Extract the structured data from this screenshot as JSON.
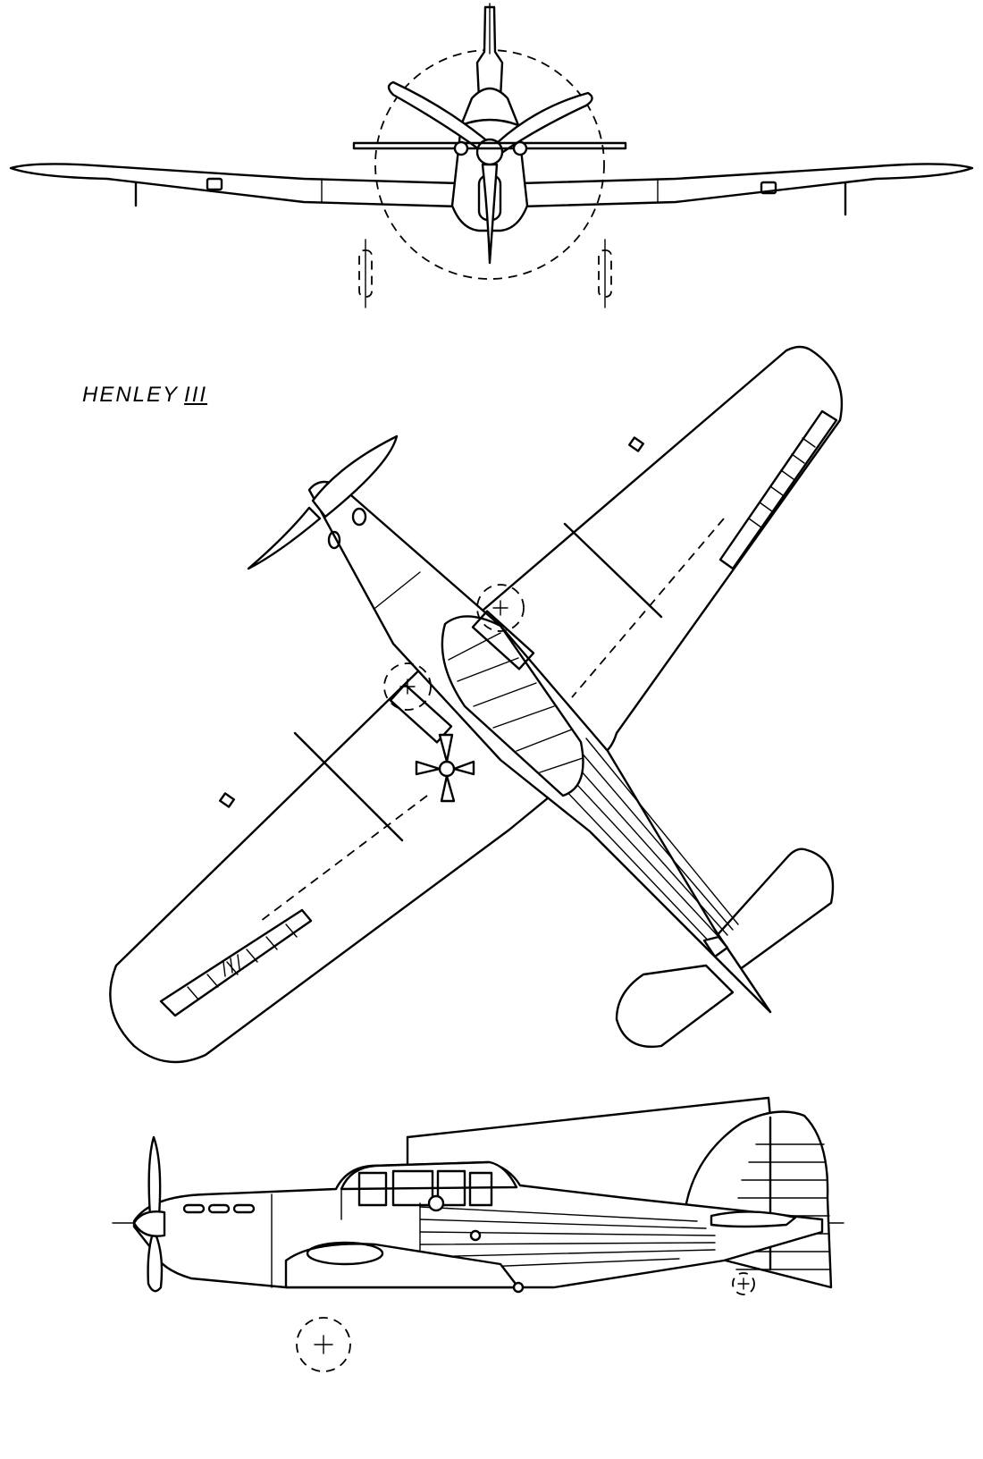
{
  "drawing": {
    "title_text": "HENLEY",
    "title_mark": "III",
    "views": [
      "front",
      "plan",
      "side"
    ]
  }
}
